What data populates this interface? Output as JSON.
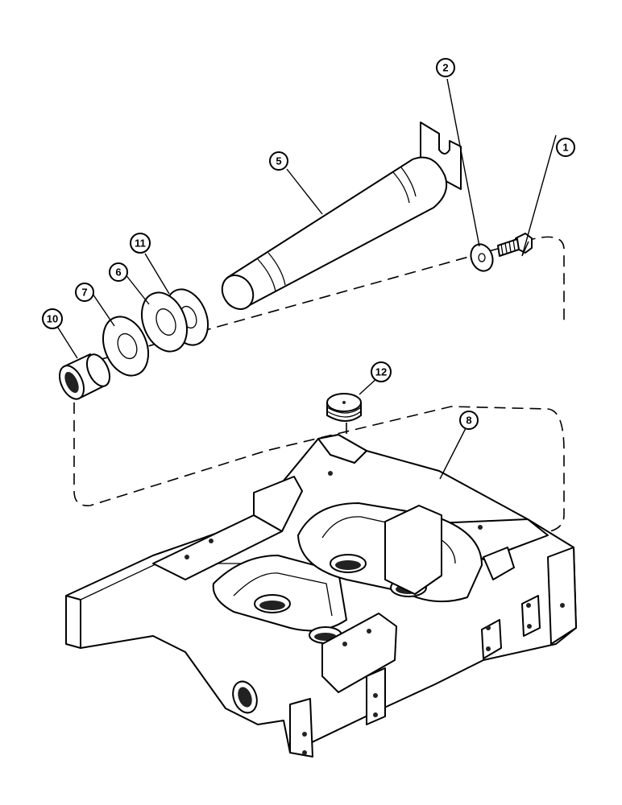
{
  "callouts": {
    "c1": "1",
    "c2": "2",
    "c5": "5",
    "c6": "6",
    "c7": "7",
    "c8": "8",
    "c10": "10",
    "c11": "11",
    "c12": "12"
  }
}
